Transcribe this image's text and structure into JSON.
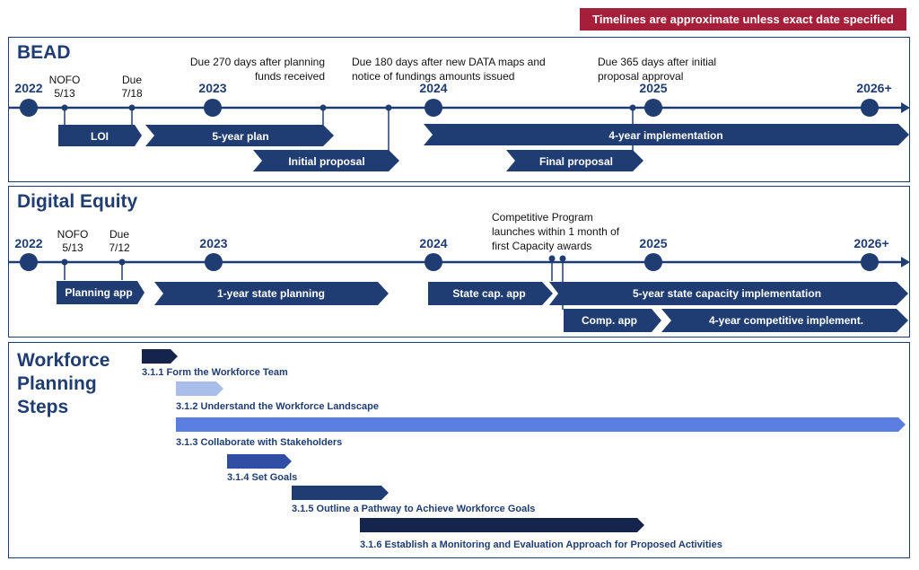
{
  "notice": "Timelines are approximate unless exact date specified",
  "colors": {
    "navy": "#1f3d72",
    "dark_navy": "#14244b",
    "light_blue": "#a9bfea",
    "bright_blue": "#5b7fe0",
    "mid_blue": "#2e4da3",
    "red": "#a51f3a"
  },
  "bead": {
    "title": "BEAD",
    "years": [
      "2022",
      "2023",
      "2024",
      "2025",
      "2026+"
    ],
    "nofo": [
      "NOFO",
      "5/13"
    ],
    "due": [
      "Due",
      "7/18"
    ],
    "note_plan": [
      "Due 270 days after planning",
      "funds received"
    ],
    "note_initial": [
      "Due 180 days after new DATA maps and",
      "notice of fundings amounts issued"
    ],
    "note_final": [
      "Due 365 days after initial",
      "proposal approval"
    ],
    "bars": {
      "loi": "LOI",
      "plan": "5-year plan",
      "initial": "Initial  proposal",
      "impl": "4-year implementation",
      "final": "Final  proposal"
    }
  },
  "de": {
    "title": "Digital Equity",
    "years": [
      "2022",
      "2023",
      "2024",
      "2025",
      "2026+"
    ],
    "nofo": [
      "NOFO",
      "5/13"
    ],
    "due": [
      "Due",
      "7/12"
    ],
    "note_comp": [
      "Competitive Program",
      "launches  within 1 month of",
      "first Capacity awards"
    ],
    "bars": {
      "planning_app": "Planning app",
      "state_planning": "1-year state planning",
      "state_cap_app": "State cap. app",
      "capacity_impl": "5-year state capacity implementation",
      "comp_app": "Comp. app",
      "comp_impl": "4-year competitive implement."
    }
  },
  "wf": {
    "title": [
      "Workforce",
      "Planning",
      "Steps"
    ],
    "steps": [
      "3.1.1  Form the Workforce Team",
      "3.1.2  Understand the Workforce Landscape",
      "3.1.3  Collaborate  with Stakeholders",
      "3.1.4  Set Goals",
      "3.1.5  Outline  a Pathway to Achieve Workforce Goals",
      "3.1.6  Establish  a Monitoring  and Evaluation  Approach for Proposed Activities"
    ]
  }
}
